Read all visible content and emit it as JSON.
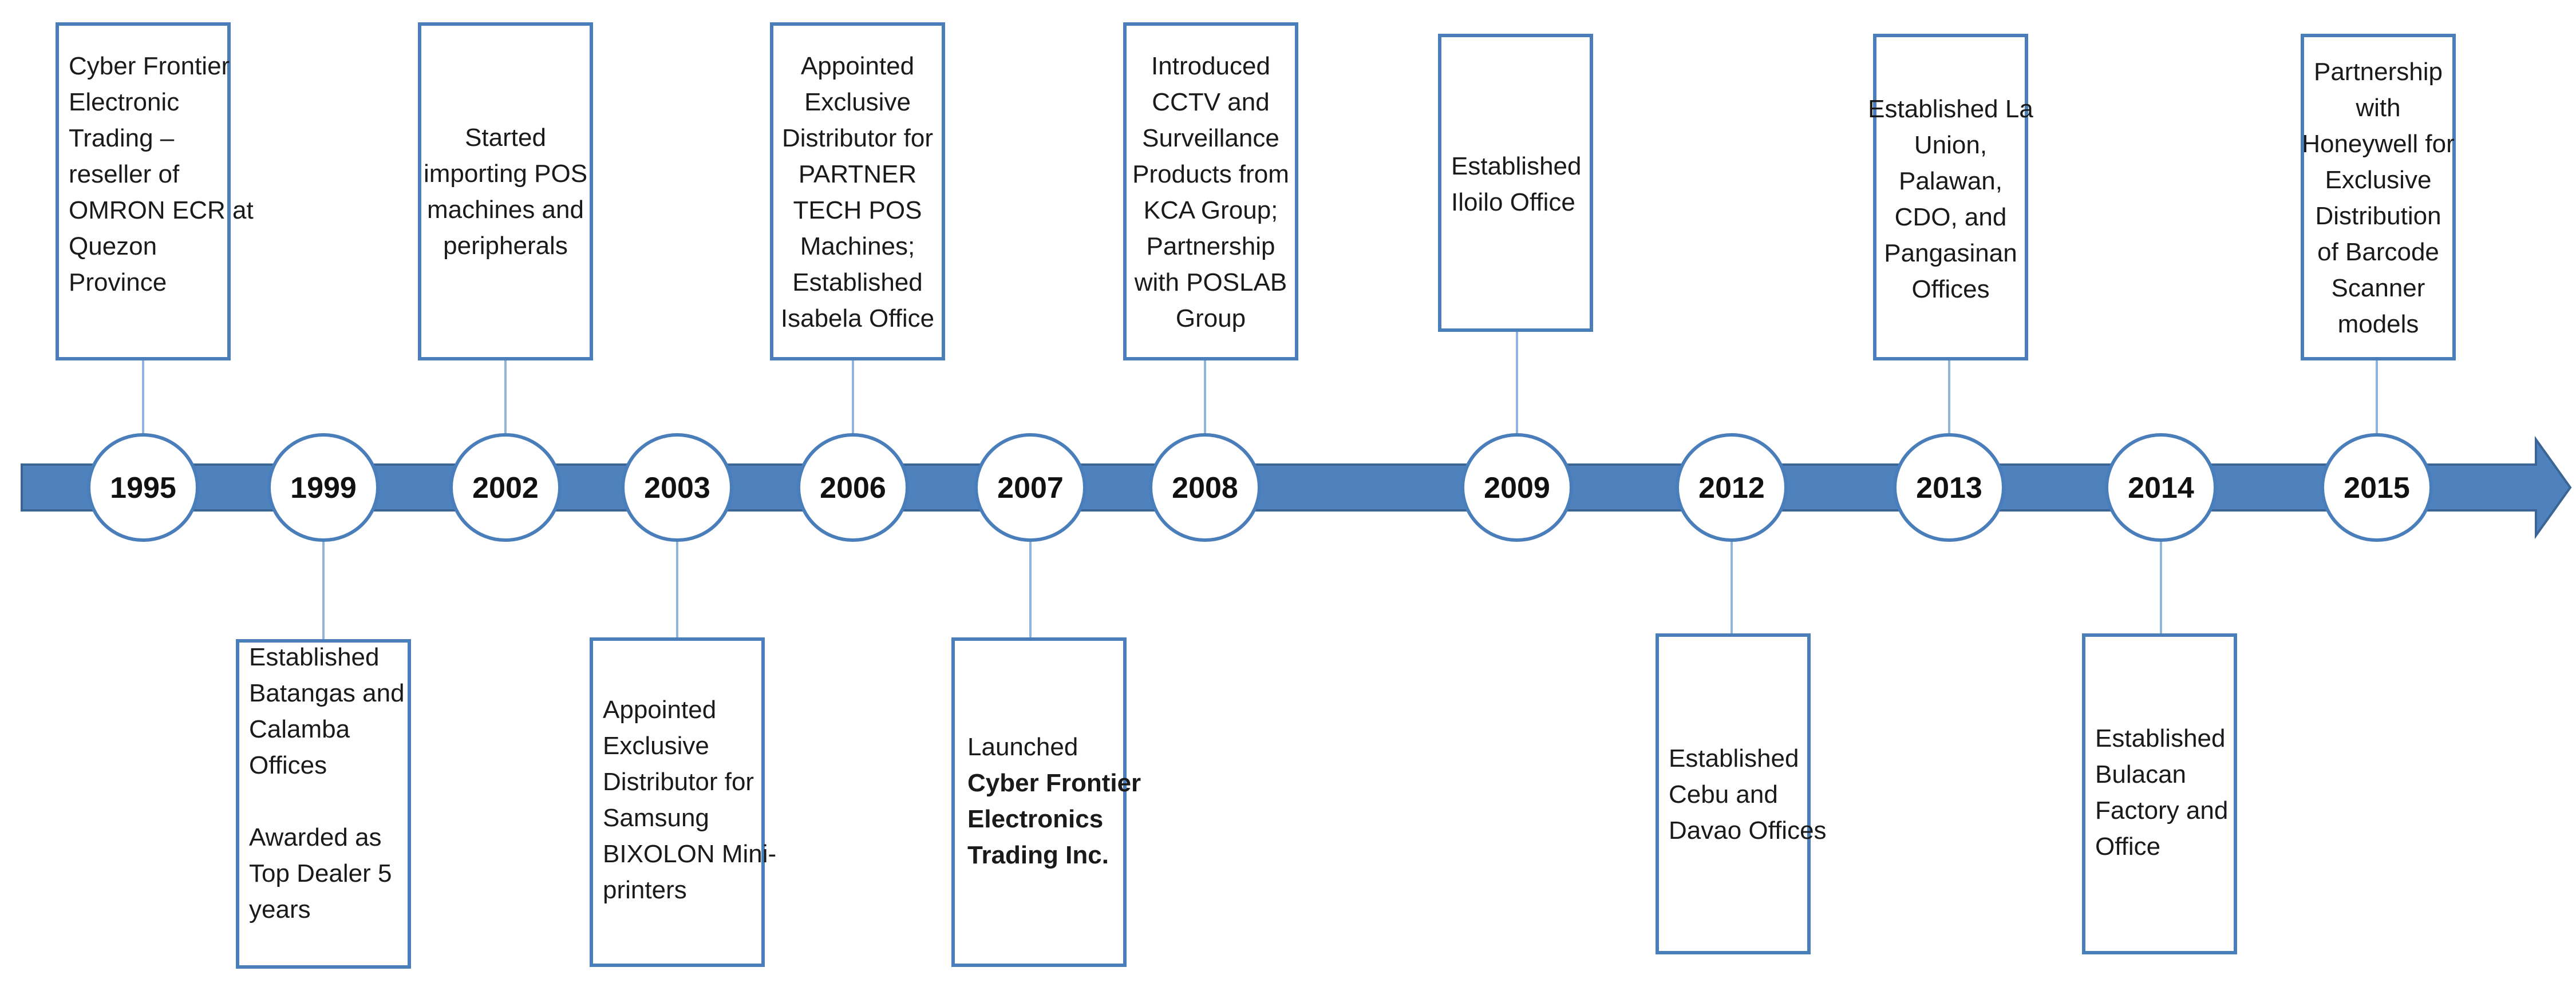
{
  "colors": {
    "arrow": "#4f81bd",
    "arrow_border": "#3a6595",
    "box_border": "#4a7ebb",
    "circle_border": "#4a7ebb",
    "connector": "#8fb4de"
  },
  "milestones": [
    {
      "year": "1995",
      "position": "above",
      "lines": [
        "Cyber Frontier",
        "Electronic",
        "Trading –",
        "reseller of",
        "OMRON ECR at",
        "Quezon",
        "Province"
      ]
    },
    {
      "year": "1999",
      "position": "below",
      "lines": [
        "Established",
        "Batangas and",
        "Calamba",
        "Offices",
        "",
        "Awarded as",
        "Top Dealer 5",
        "years"
      ]
    },
    {
      "year": "2002",
      "position": "above",
      "lines": [
        "Started",
        "importing POS",
        "machines and",
        "peripherals"
      ]
    },
    {
      "year": "2003",
      "position": "below",
      "lines": [
        "Appointed",
        "Exclusive",
        "Distributor for",
        "Samsung",
        "BIXOLON Mini-",
        "printers"
      ]
    },
    {
      "year": "2006",
      "position": "above",
      "lines": [
        "Appointed",
        "Exclusive",
        "Distributor for",
        "PARTNER",
        "TECH POS",
        "Machines;",
        "Established",
        "Isabela Office"
      ]
    },
    {
      "year": "2007",
      "position": "below",
      "lines": [
        "Launched",
        "Cyber Frontier",
        "Electronics",
        "Trading Inc."
      ]
    },
    {
      "year": "2008",
      "position": "above",
      "lines": [
        "Introduced",
        "CCTV and",
        "Surveillance",
        "Products from",
        "KCA Group;",
        "Partnership",
        "with POSLAB",
        "Group"
      ]
    },
    {
      "year": "2009",
      "position": "above",
      "lines": [
        "Established",
        "Iloilo Office"
      ]
    },
    {
      "year": "2012",
      "position": "below",
      "lines": [
        "Established",
        "Cebu and",
        "Davao Offices"
      ]
    },
    {
      "year": "2013",
      "position": "above",
      "lines": [
        "Established La",
        "Union,",
        "Palawan,",
        "CDO, and",
        "Pangasinan",
        "Offices"
      ]
    },
    {
      "year": "2014",
      "position": "below",
      "lines": [
        "Established",
        "Bulacan",
        "Factory and",
        "Office"
      ]
    },
    {
      "year": "2015",
      "position": "above",
      "lines": [
        "Partnership",
        "with",
        "Honeywell for",
        "Exclusive",
        "Distribution",
        "of Barcode",
        "Scanner",
        "models"
      ]
    }
  ]
}
